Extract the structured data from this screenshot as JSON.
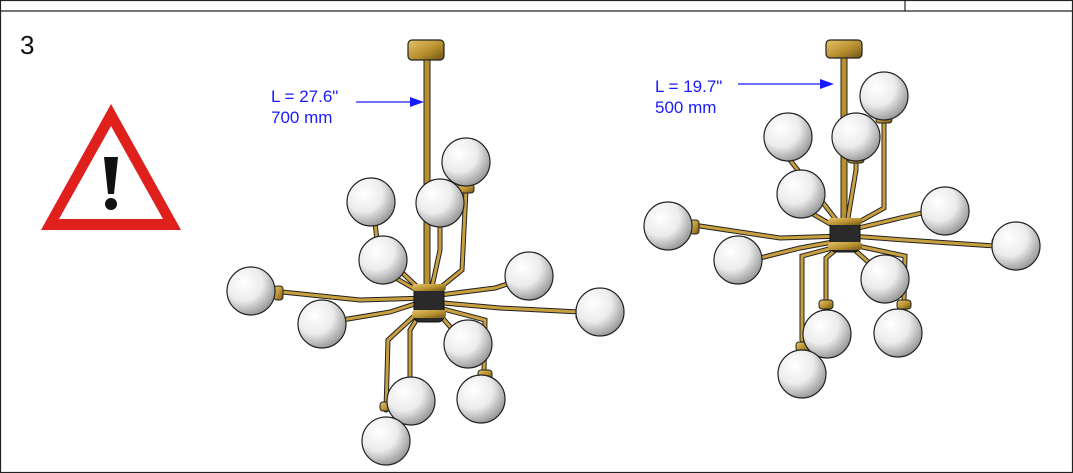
{
  "step_number": "3",
  "warning_icon": "warning-triangle-exclamation-icon",
  "fixtures": [
    {
      "id": "left",
      "length_in": "L = 27.6\"",
      "length_mm": "700 mm"
    },
    {
      "id": "right",
      "length_in": "L = 19.7\"",
      "length_mm": "500 mm"
    }
  ],
  "colors": {
    "frame": "#222222",
    "annotation": "#1a1aff",
    "warning_red": "#e0201c",
    "brass": "#b8902f",
    "globe": "#efefef",
    "socket": "#2a2a2a"
  }
}
